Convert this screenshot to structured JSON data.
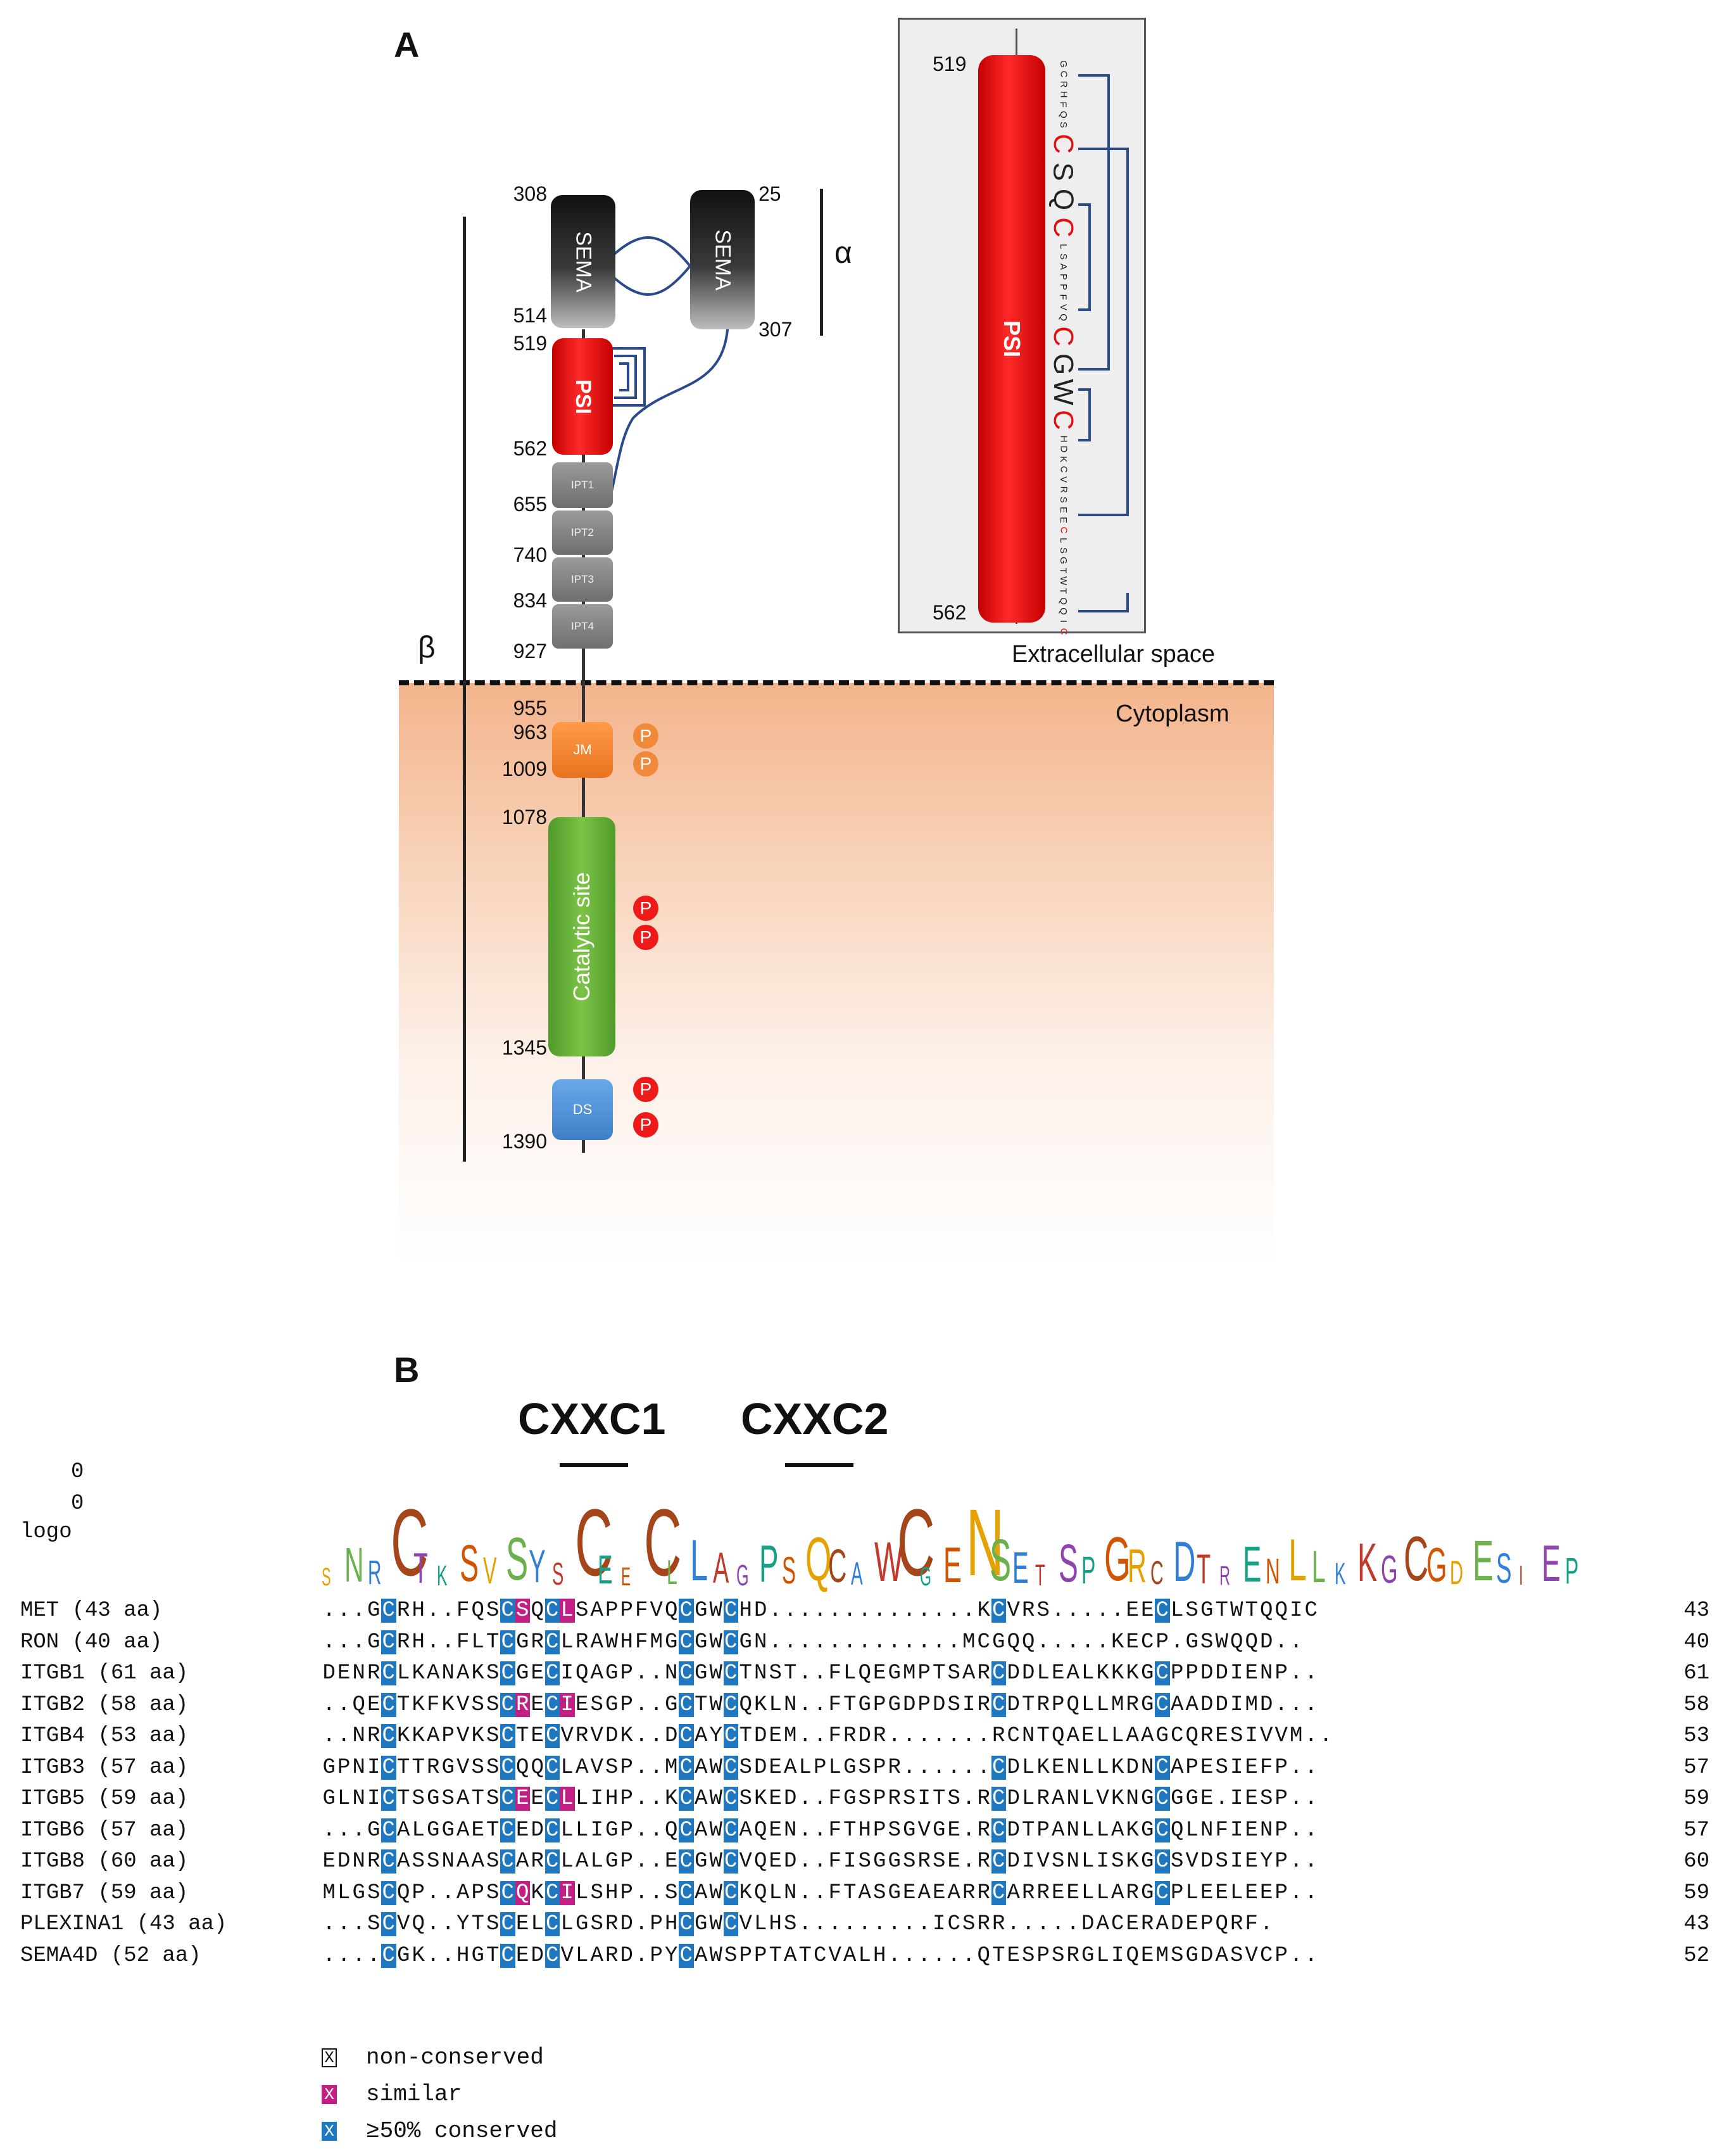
{
  "panel_a": {
    "letter": "A",
    "alpha": "α",
    "beta": "β",
    "sema_label": "SEMA",
    "psi_label": "PSI",
    "ipt": [
      "IPT1",
      "IPT2",
      "IPT3",
      "IPT4"
    ],
    "jm_label": "JM",
    "catalytic_label": "Catalytic site",
    "ds_label": "DS",
    "p_label": "P",
    "extracellular": "Extracellular space",
    "cytoplasm": "Cytoplasm",
    "numbers": {
      "n308": "308",
      "n514": "514",
      "n25": "25",
      "n307": "307",
      "n519": "519",
      "n562": "562",
      "n655": "655",
      "n740": "740",
      "n834": "834",
      "n927": "927",
      "n955": "955",
      "n963": "963",
      "n1009": "1009",
      "n1078": "1078",
      "n1345": "1345",
      "n1390": "1390"
    },
    "inset": {
      "top": "519",
      "bottom": "562",
      "psi_label": "PSI",
      "seq_parts": [
        "GCRHFQS",
        "C",
        "SQ",
        "C",
        "LSAPPFVQ",
        "C",
        "GW",
        "C",
        "HDKCVRSEE",
        "C",
        "LSGTWTQQI",
        "C"
      ],
      "seq_big": [
        false,
        true,
        true,
        true,
        false,
        true,
        true,
        true,
        false,
        false,
        false,
        false
      ],
      "seq_red": [
        false,
        true,
        false,
        true,
        false,
        true,
        false,
        true,
        false,
        true,
        false,
        true
      ]
    }
  },
  "panel_b": {
    "letter": "B",
    "motif1": "CXXC1",
    "motif2": "CXXC2",
    "scale_ticks": [
      "0",
      "0"
    ],
    "logo_label": "logo",
    "rows": [
      {
        "label": "MET (43 aa)",
        "seq": "...GCRH..FQSCSQCLSAPPFVQCGWCHD..............KCVRS.....EECLSGTWTQQIC",
        "end": "43"
      },
      {
        "label": "RON (40 aa)",
        "seq": "...GCRH..FLTCGRCLRAWHFMGCGWCGN.............MCGQQ.....KECP.GSWQQD..",
        "end": "40"
      },
      {
        "label": "ITGB1 (61 aa)",
        "seq": "DENRCLKANAKSCGECIQAGP..NCGWCTNST..FLQEGMPTSARCDDLEALKKKGCPPDDIENP..",
        "end": "61"
      },
      {
        "label": "ITGB2 (58 aa)",
        "seq": "..QECTKFKVSSCRECIESGP..GCTWCQKLN..FTGPGDPDSIRCDTRPQLLMRGCAADDIMD...",
        "end": "58"
      },
      {
        "label": "ITGB4 (53 aa)",
        "seq": "..NRCKKAPVKSCTECVRVDK..DCAYCTDEM..FRDR.......RCNTQAELLAAGCQRESIVVM..",
        "end": "53"
      },
      {
        "label": "ITGB3 (57 aa)",
        "seq": "GPNICTTRGVSSCQQCLAVSP..MCAWCSDEALPLGSPR......CDLKENLLKDNCAPESIEFP..",
        "end": "57"
      },
      {
        "label": "ITGB5 (59 aa)",
        "seq": "GLNICTSGSATSCEECLLIHP..KCAWCSKED..FGSPRSITS.RCDLRANLVKNGCGGE.IESP..",
        "end": "59"
      },
      {
        "label": "ITGB6 (57 aa)",
        "seq": "...GCALGGAETCEDCLLIGP..QCAWCAQEN..FTHPSGVGE.RCDTPANLLAKGCQLNFIENP..",
        "end": "57"
      },
      {
        "label": "ITGB8 (60 aa)",
        "seq": "EDNRCASSNAASCARCLALGP..ECGWCVQED..FISGGSRSE.RCDIVSNLISKGCSVDSIEYP..",
        "end": "60"
      },
      {
        "label": "ITGB7 (59 aa)",
        "seq": "MLGSCQP..APSCQKCILSHP..SCAWCKQLN..FTASGEAEARRCARREELLARGCPLEELEEP..",
        "end": "59"
      },
      {
        "label": "PLEXINA1 (43 aa)",
        "seq": "...SCVQ..YTSCELCLGSRD.PHCGWCVLHS.........ICSRR.....DACERADEPQRF.",
        "end": "43"
      },
      {
        "label": "SEMA4D (52 aa)",
        "seq": "....CGK..HGTCEDCVLARD.PYCAWSPPTATCVALH......QTESPSRGLIQEMSGDASVCP..",
        "end": "52"
      }
    ],
    "logo_letters": "SNRCTKSVSYSCEECLLAGPSQCAWCGENSETSPGRCDTRENLLKKGCGDESIEP",
    "legend": {
      "box_char": "X",
      "non_conserved": "non-conserved",
      "similar": "similar",
      "conserved": "≥50% conserved"
    },
    "colors": {
      "conserved": "#1f77c0",
      "similar": "#c21f85"
    }
  }
}
